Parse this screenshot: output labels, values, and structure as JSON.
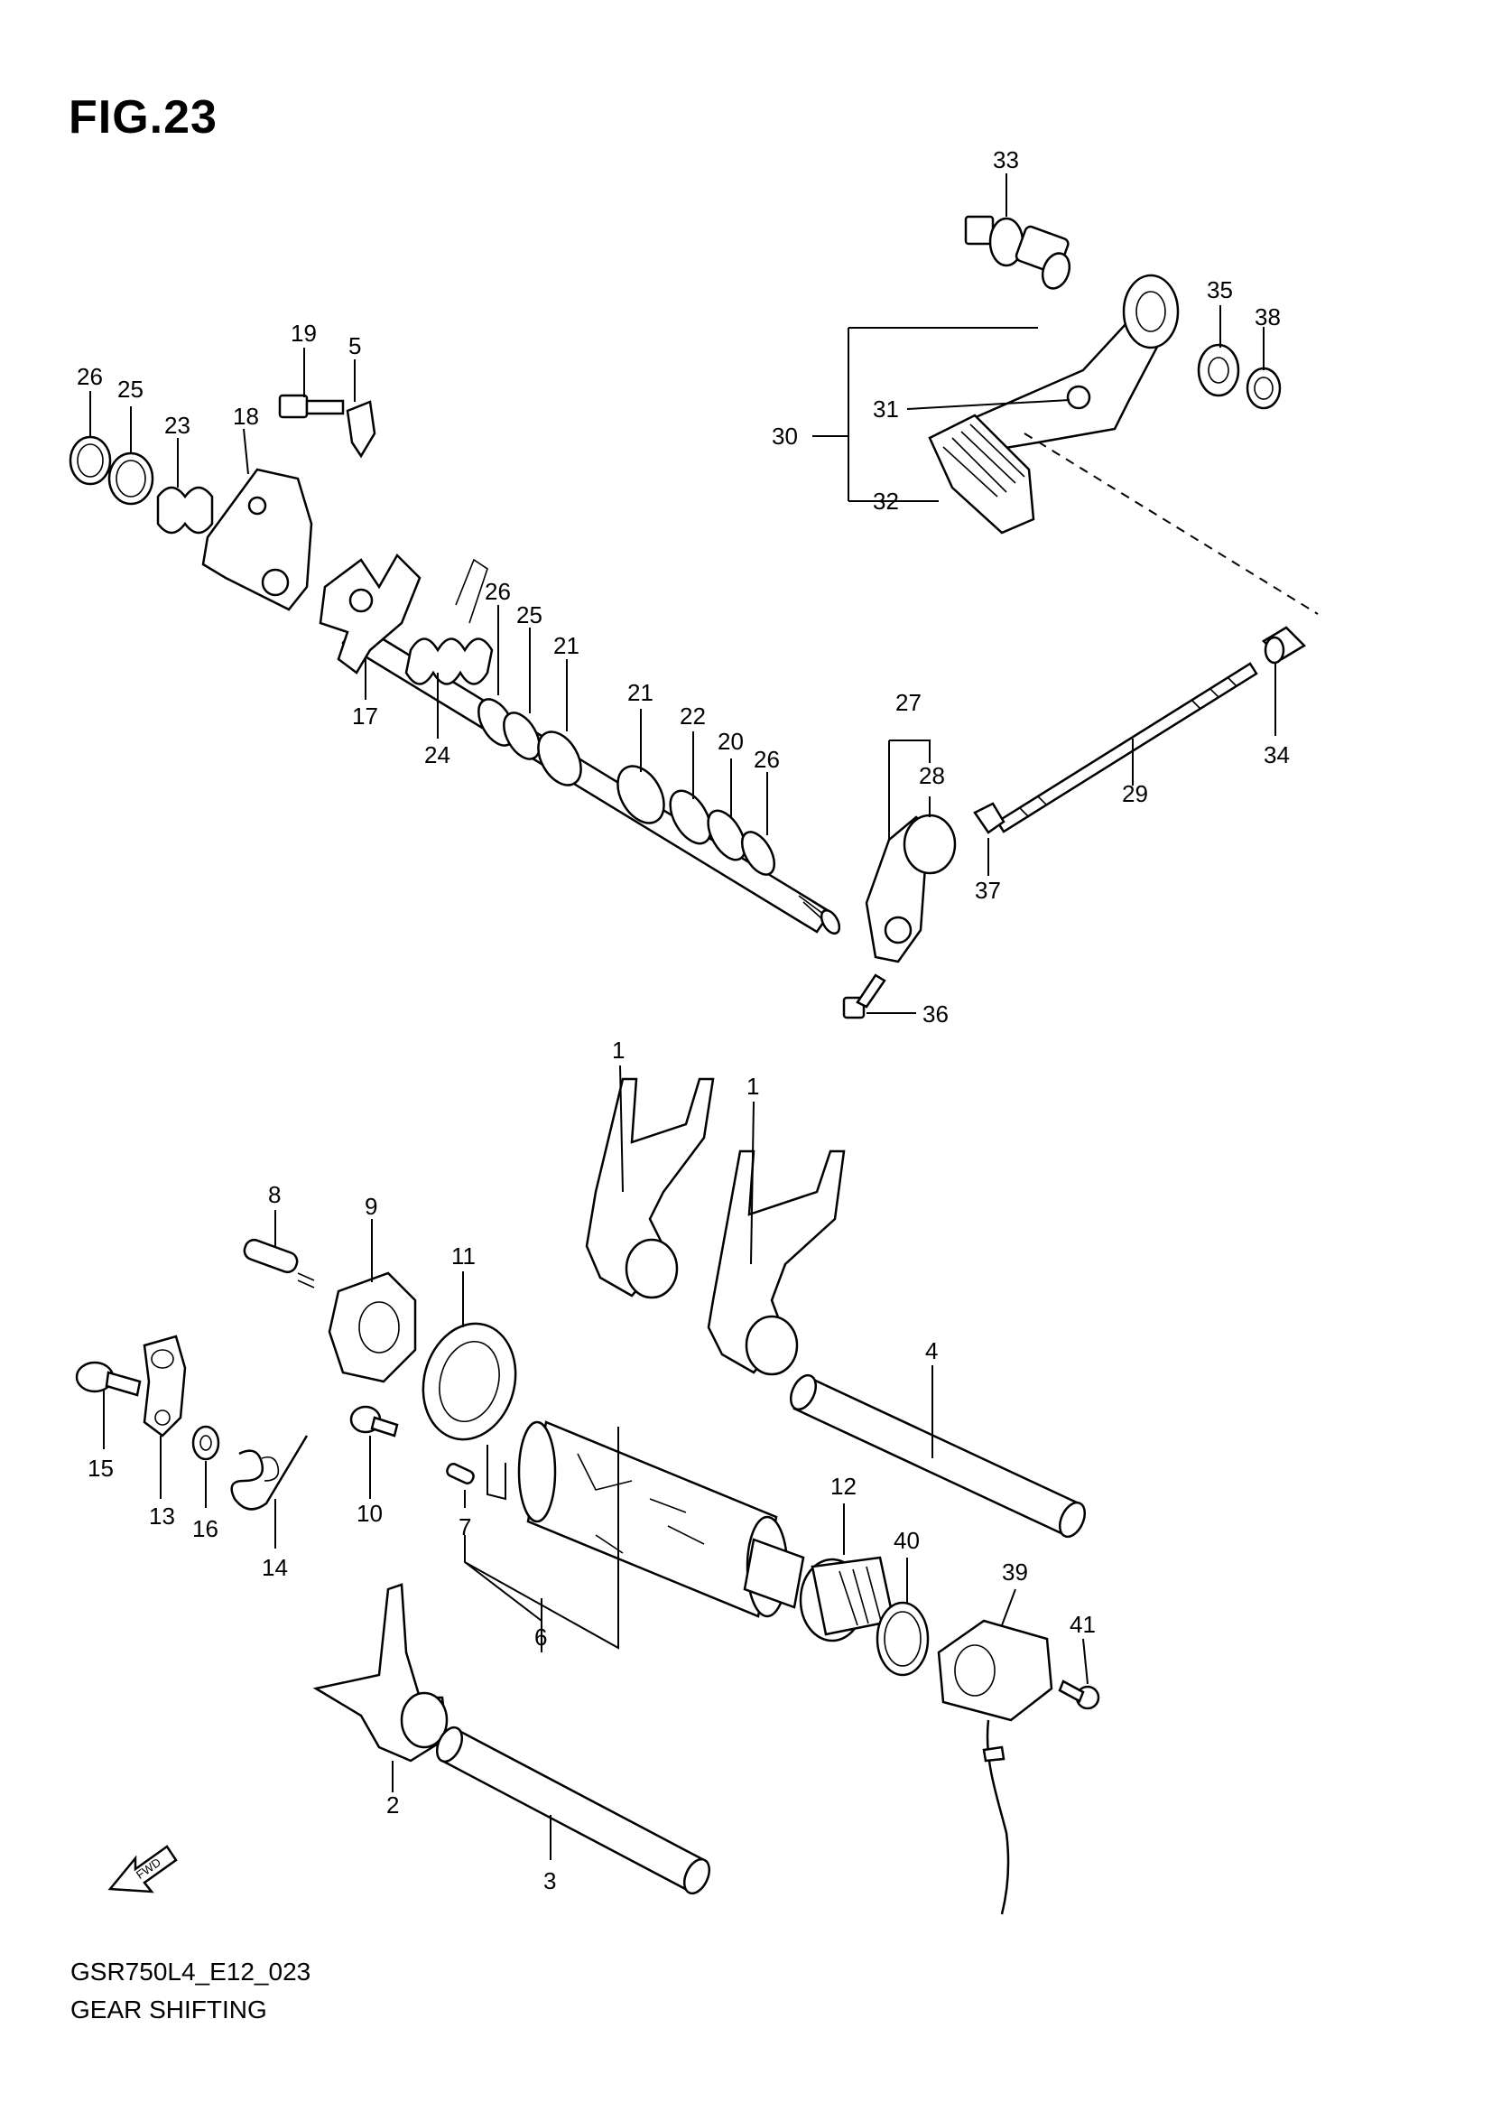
{
  "figure_title": "FIG.23",
  "code": "GSR750L4_E12_023",
  "caption": "GEAR SHIFTING",
  "fwd_arrow_text": "FWD",
  "callouts": {
    "c1a": "1",
    "c1b": "1",
    "c2": "2",
    "c3": "3",
    "c4": "4",
    "c5": "5",
    "c6": "6",
    "c7": "7",
    "c8": "8",
    "c9": "9",
    "c10": "10",
    "c11": "11",
    "c12": "12",
    "c13": "13",
    "c14": "14",
    "c15": "15",
    "c16": "16",
    "c17": "17",
    "c18": "18",
    "c19": "19",
    "c20": "20",
    "c21a": "21",
    "c21b": "21",
    "c22": "22",
    "c23": "23",
    "c24": "24",
    "c25a": "25",
    "c25b": "25",
    "c26a": "26",
    "c26b": "26",
    "c26c": "26",
    "c27": "27",
    "c28": "28",
    "c29": "29",
    "c30": "30",
    "c31": "31",
    "c32": "32",
    "c33": "33",
    "c34": "34",
    "c35": "35",
    "c36": "36",
    "c37": "37",
    "c38": "38",
    "c39": "39",
    "c40": "40",
    "c41": "41"
  }
}
